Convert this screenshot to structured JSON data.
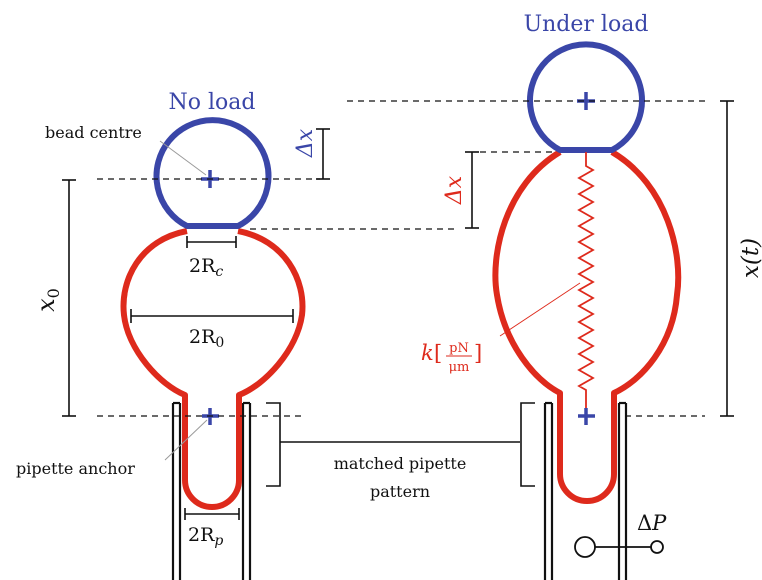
{
  "labels": {
    "no_load": "No load",
    "under_load": "Under load",
    "bead_centre": "bead centre",
    "pipette_anchor": "pipette anchor",
    "matched_line1": "matched pipette",
    "matched_line2": "pattern",
    "x0_var": "x",
    "x0_sub": "0",
    "xt": "x(t)",
    "delta_x_blue": "Δx",
    "delta_x_red": "Δx",
    "two": "2",
    "R": "R",
    "sub_c": "c",
    "sub_0": "0",
    "sub_p": "p",
    "k": "k",
    "k_num": "pN",
    "k_den": "μm",
    "delta": "Δ",
    "P": "P"
  },
  "colors": {
    "blue": "#3a46a8",
    "red": "#de2a1c",
    "black": "#111111",
    "gray": "#9a9a9a"
  }
}
